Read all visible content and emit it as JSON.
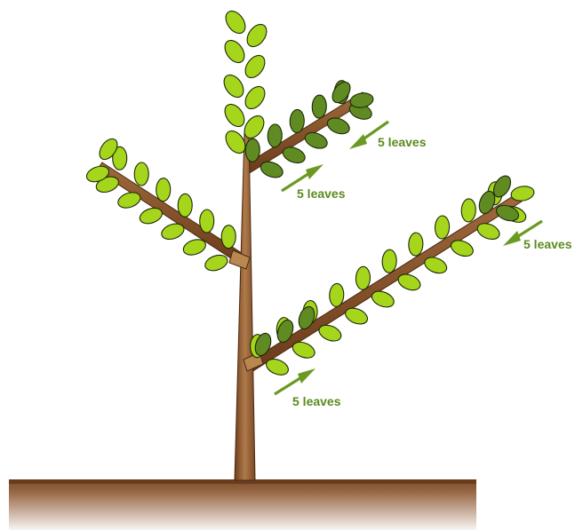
{
  "labels": {
    "upper_right_inner": "5 leaves",
    "upper_right_outer": "5 leaves",
    "lower_right_outer": "5 leaves",
    "lower_right_inner": "5 leaves"
  },
  "colors": {
    "leaf_light": "#a5d61c",
    "leaf_dark": "#5f8b22",
    "bark": "#8a5630",
    "ground": "#7a4a28",
    "label": "#5b8a1e"
  }
}
